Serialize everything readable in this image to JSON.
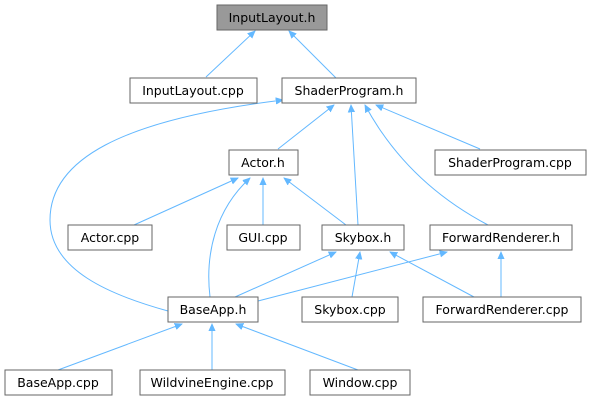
{
  "graph": {
    "colors": {
      "edge": "#63b8ff",
      "root_fill": "#999999",
      "node_border": "#666666"
    },
    "nodes": {
      "input_layout_h": "InputLayout.h",
      "input_layout_cpp": "InputLayout.cpp",
      "shader_program_h": "ShaderProgram.h",
      "actor_h": "Actor.h",
      "shader_program_cpp": "ShaderProgram.cpp",
      "actor_cpp": "Actor.cpp",
      "gui_cpp": "GUI.cpp",
      "skybox_h": "Skybox.h",
      "forward_renderer_h": "ForwardRenderer.h",
      "baseapp_h": "BaseApp.h",
      "skybox_cpp": "Skybox.cpp",
      "forward_renderer_cpp": "ForwardRenderer.cpp",
      "baseapp_cpp": "BaseApp.cpp",
      "wildvine_engine_cpp": "WildvineEngine.cpp",
      "window_cpp": "Window.cpp"
    }
  }
}
